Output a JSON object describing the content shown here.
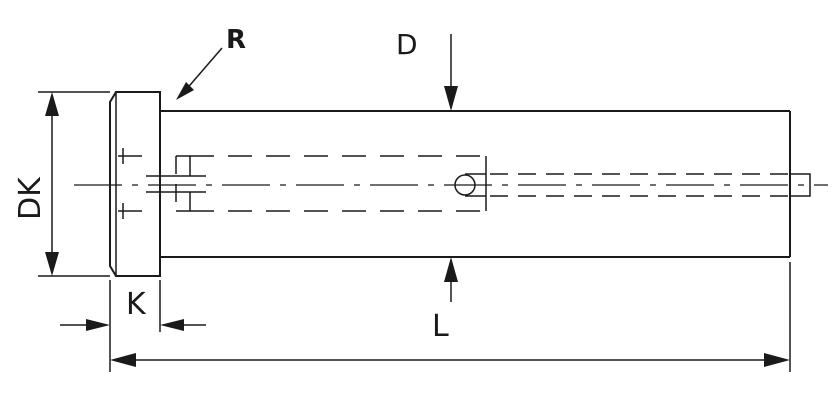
{
  "labels": {
    "r": "R",
    "d": "D",
    "dk": "DK",
    "k": "K",
    "l": "L"
  }
}
